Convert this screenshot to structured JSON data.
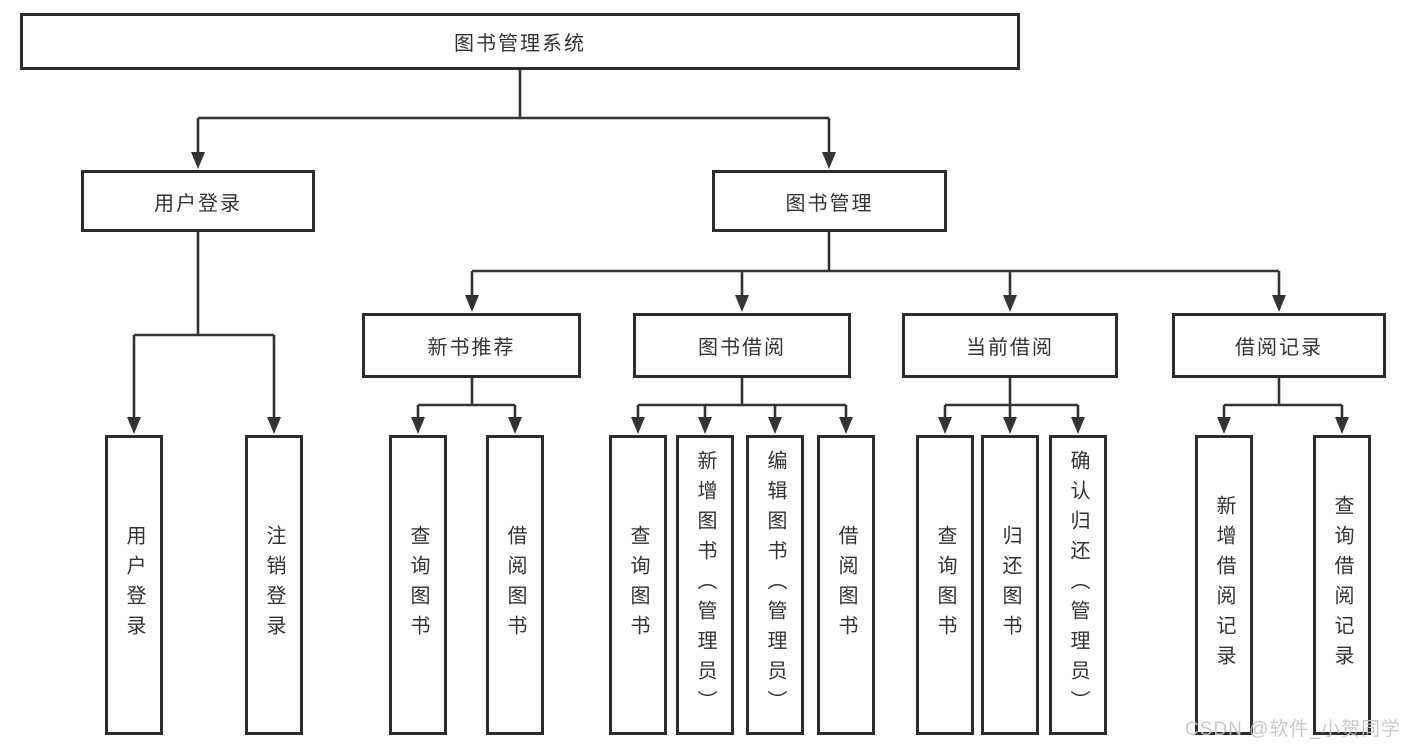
{
  "diagram": {
    "root": {
      "label": "图书管理系统"
    },
    "branches": [
      {
        "label": "用户登录",
        "children": [
          {
            "label": "用户登录"
          },
          {
            "label": "注销登录"
          }
        ]
      },
      {
        "label": "图书管理",
        "children": [
          {
            "label": "新书推荐",
            "children": [
              {
                "label": "查询图书"
              },
              {
                "label": "借阅图书"
              }
            ]
          },
          {
            "label": "图书借阅",
            "children": [
              {
                "label": "查询图书"
              },
              {
                "label": "新增图书（管理员）"
              },
              {
                "label": "编辑图书（管理员）"
              },
              {
                "label": "借阅图书"
              }
            ]
          },
          {
            "label": "当前借阅",
            "children": [
              {
                "label": "查询图书"
              },
              {
                "label": "归还图书"
              },
              {
                "label": "确认归还（管理员）"
              }
            ]
          },
          {
            "label": "借阅记录",
            "children": [
              {
                "label": "新增借阅记录"
              },
              {
                "label": "查询借阅记录"
              }
            ]
          }
        ]
      }
    ]
  },
  "watermark": {
    "text": "CSDN @软件_小贺同学",
    "color": "#c6c6c6"
  },
  "colors": {
    "line": "#333333",
    "box_border": "#2d2d2d",
    "text": "#333333",
    "background": "#ffffff"
  }
}
